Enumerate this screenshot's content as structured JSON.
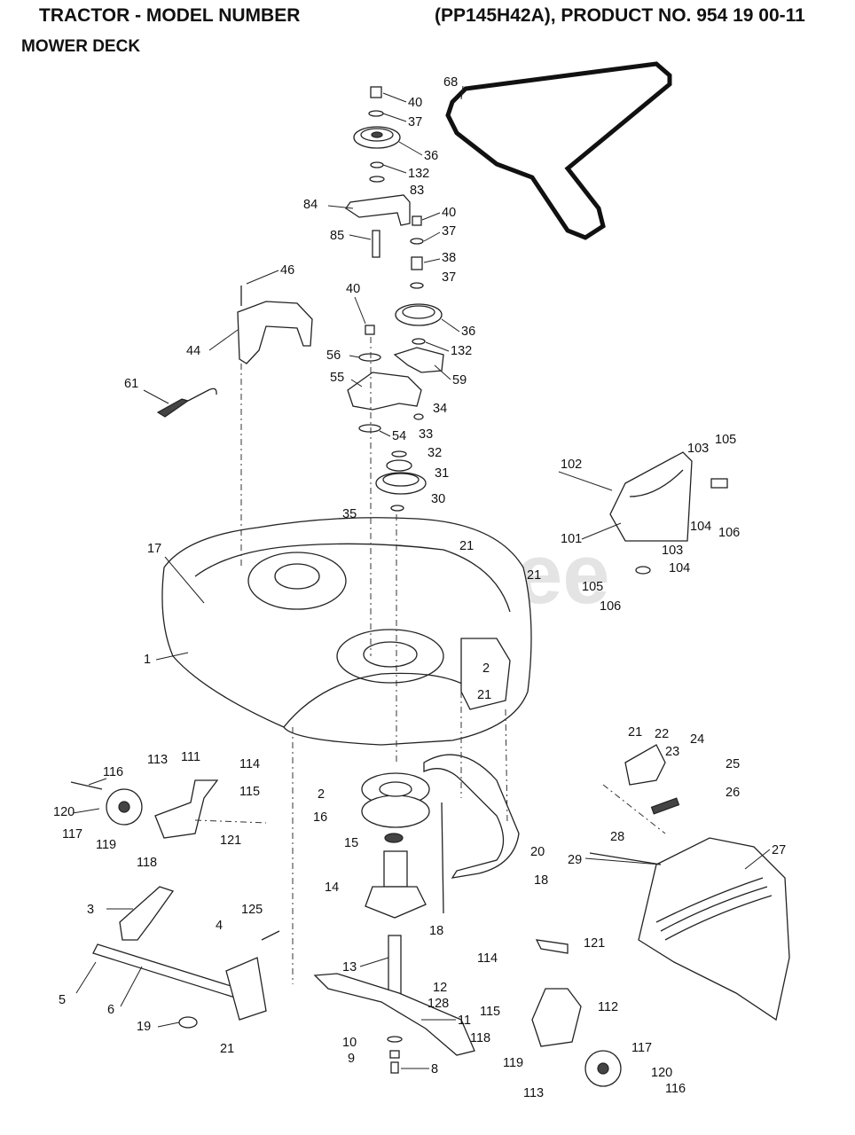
{
  "header": {
    "left": "TRACTOR - MODEL NUMBER",
    "right": "(PP145H42A), PRODUCT NO. 954 19 00-11",
    "subtitle": "MOWER DECK"
  },
  "watermark": "PartsTree",
  "callouts": [
    "40",
    "37",
    "36",
    "132",
    "83",
    "84",
    "85",
    "40",
    "37",
    "38",
    "37",
    "36",
    "132",
    "59",
    "46",
    "44",
    "61",
    "40",
    "56",
    "55",
    "54",
    "34",
    "33",
    "32",
    "31",
    "30",
    "35",
    "21",
    "21",
    "17",
    "1",
    "2",
    "21",
    "102",
    "103",
    "105",
    "101",
    "104",
    "106",
    "103",
    "104",
    "105",
    "106",
    "21",
    "22",
    "23",
    "24",
    "25",
    "26",
    "27",
    "28",
    "29",
    "16",
    "15",
    "14",
    "20",
    "18",
    "18",
    "2",
    "116",
    "113",
    "111",
    "114",
    "115",
    "120",
    "117",
    "119",
    "118",
    "121",
    "3",
    "4",
    "125",
    "5",
    "6",
    "19",
    "21",
    "13",
    "12",
    "128",
    "11",
    "10",
    "9",
    "8",
    "114",
    "121",
    "115",
    "112",
    "118",
    "119",
    "117",
    "120",
    "116",
    "113",
    "68"
  ]
}
